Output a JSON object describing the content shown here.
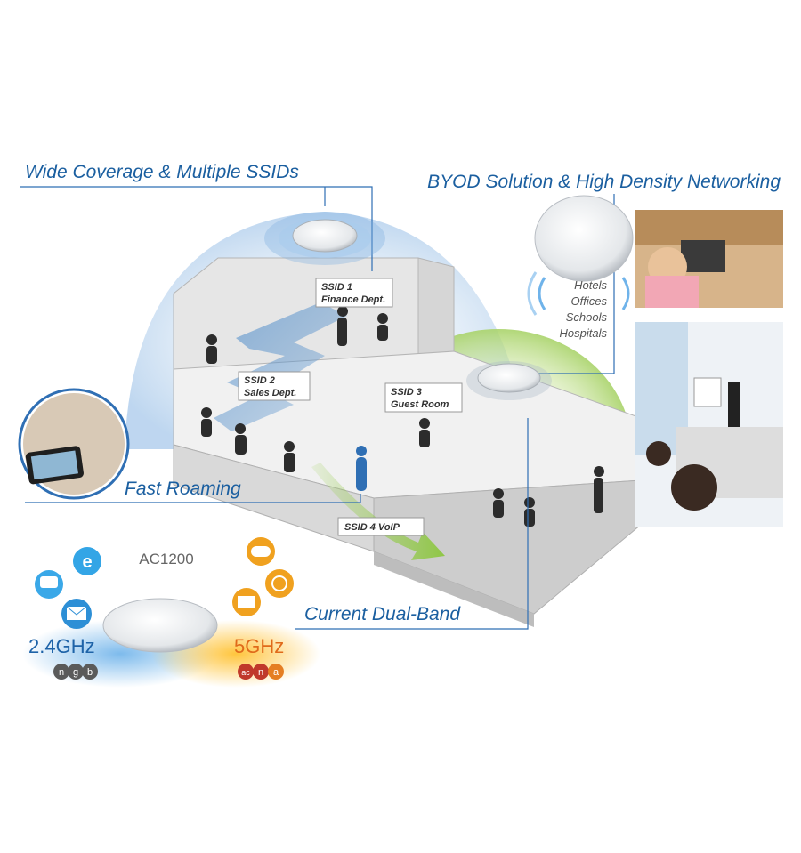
{
  "callouts": {
    "wide_coverage": "Wide Coverage & Multiple SSIDs",
    "byod": "BYOD Solution & High Density Networking",
    "fast_roaming": "Fast Roaming",
    "dual_band": "Current Dual-Band"
  },
  "ssids": [
    {
      "line1": "SSID 1",
      "line2": "Finance Dept."
    },
    {
      "line1": "SSID 2",
      "line2": "Sales Dept."
    },
    {
      "line1": "SSID 3",
      "line2": "Guest Room"
    },
    {
      "line1": "SSID 4  VoIP",
      "line2": ""
    }
  ],
  "venues": [
    "Hotels",
    "Offices",
    "Schools",
    "Hospitals"
  ],
  "product": {
    "model": "AC1200",
    "band_24": "2.4GHz",
    "band_5": "5GHz",
    "badges_24": [
      "n",
      "g",
      "b"
    ],
    "badges_5": [
      "ac",
      "n",
      "a"
    ]
  },
  "colors": {
    "accent_blue": "#1b5fa0",
    "band_24": "#1e63a8",
    "band_5": "#e06a1a",
    "coverage_blue": "#cfe1f3",
    "roaming_green": "#a9d36a"
  }
}
